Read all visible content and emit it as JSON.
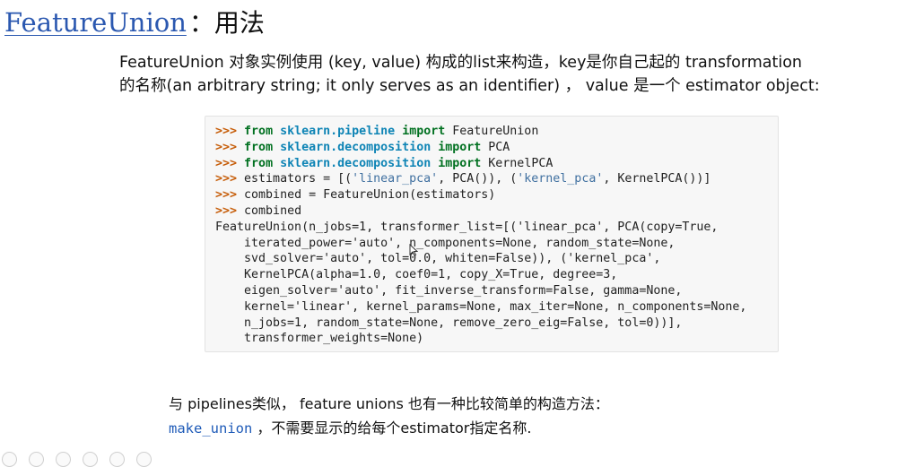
{
  "slide": {
    "title_link": "FeatureUnion",
    "title_rest": "：用法",
    "description_lines": [
      "FeatureUnion 对象实例使用 (key, value) 构成的list来构造，key是你自己起的 transformation",
      "的名称(an arbitrary string; it only serves as an identifier) ，   value 是一个 estimator object:"
    ]
  },
  "code": {
    "prompt": ">>>",
    "kw_from": "from",
    "kw_import": "import",
    "line1": {
      "module": "sklearn.pipeline",
      "name": " FeatureUnion"
    },
    "line2": {
      "module": "sklearn.decomposition",
      "name": " PCA"
    },
    "line3": {
      "module": "sklearn.decomposition",
      "name": " KernelPCA"
    },
    "line4": {
      "pre": " estimators = [(",
      "s1": "'linear_pca'",
      "mid": ", PCA()), (",
      "s2": "'kernel_pca'",
      "post": ", KernelPCA())]"
    },
    "line5": " combined = FeatureUnion(estimators)",
    "line6": " combined",
    "output_lines": [
      "FeatureUnion(n_jobs=1, transformer_list=[('linear_pca', PCA(copy=True,",
      "    iterated_power='auto', n_components=None, random_state=None,",
      "    svd_solver='auto', tol=0.0, whiten=False)), ('kernel_pca',",
      "    KernelPCA(alpha=1.0, coef0=1, copy_X=True, degree=3,",
      "    eigen_solver='auto', fit_inverse_transform=False, gamma=None,",
      "    kernel='linear', kernel_params=None, max_iter=None, n_components=None,",
      "    n_jobs=1, random_state=None, remove_zero_eig=False, tol=0))],",
      "    transformer_weights=None)"
    ]
  },
  "bottom": {
    "line1": "与 pipelines类似， feature unions 也有一种比较简单的构造方法：",
    "link": "make_union",
    "line2_rest": " ，不需要显示的给每个estimator指定名称."
  }
}
